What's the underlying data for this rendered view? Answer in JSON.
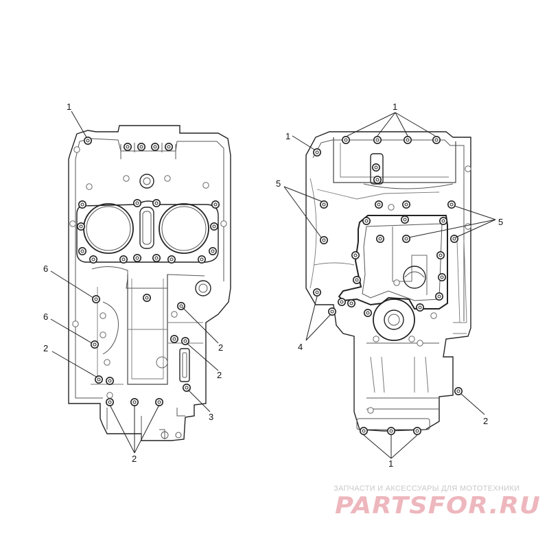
{
  "diagram": {
    "callouts": {
      "left_1": "1",
      "left_6a": "6",
      "left_6b": "6",
      "left_2a": "2",
      "left_2b": "2",
      "left_2c": "2",
      "left_2d": "2",
      "left_3": "3",
      "right_1_top": "1",
      "right_1_left": "1",
      "right_5_left": "5",
      "right_5_right": "5",
      "right_4": "4",
      "right_2": "2",
      "right_1_bottom": "1"
    }
  },
  "watermark": {
    "caption": "ЗАПЧАСТИ И АКСЕССУАРЫ ДЛЯ МОТОТЕХНИКИ",
    "logo_text": "PARTSFOR.RU",
    "logo_color": "#e8a0a8"
  }
}
